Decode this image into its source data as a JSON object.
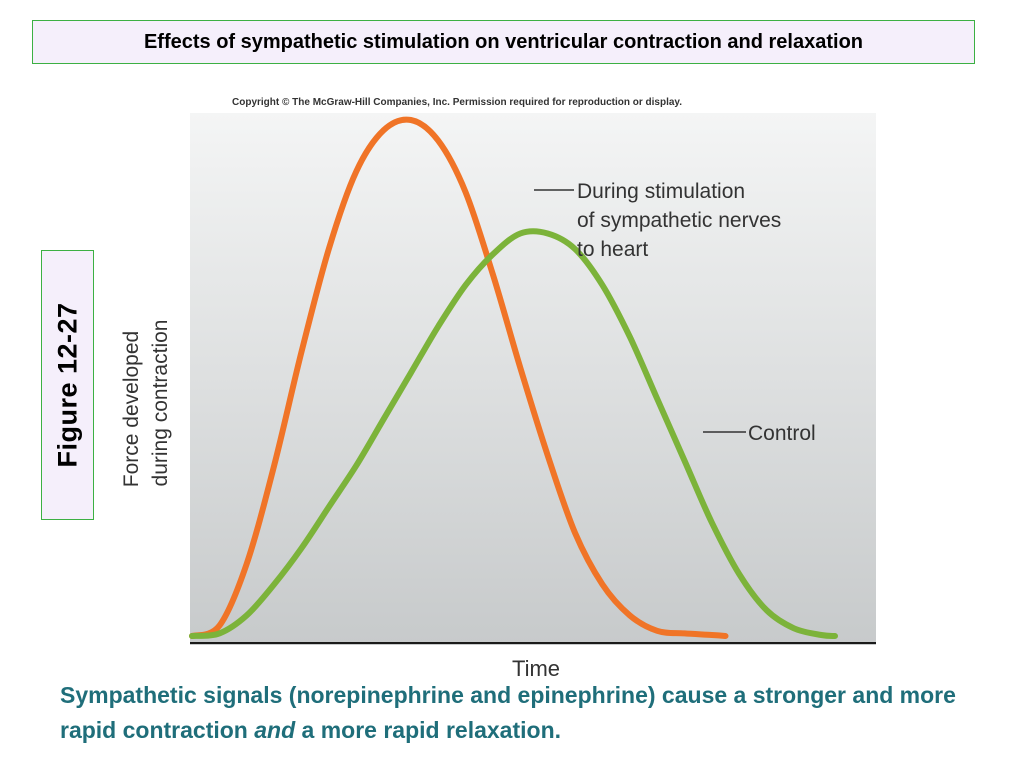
{
  "slide": {
    "title": "Effects of sympathetic stimulation on ventricular contraction and relaxation",
    "figure_label": "Figure  12-27",
    "copyright": "Copyright © The McGraw-Hill Companies, Inc. Permission required for reproduction or display.",
    "caption": {
      "part1": "Sympathetic signals (norepinephrine and epinephrine) cause a stronger and more rapid contraction ",
      "emphasis": "and",
      "part2": " a more rapid relaxation."
    }
  },
  "chart_data": {
    "type": "line",
    "title": "",
    "xlabel": "Time",
    "ylabel_lines": [
      "Force developed",
      "during contraction"
    ],
    "xlim": [
      0,
      100
    ],
    "ylim": [
      0,
      100
    ],
    "grid": false,
    "series": [
      {
        "label_lines": [
          "During stimulation",
          "of sympathetic nerves",
          "to heart"
        ],
        "color": "#f07427",
        "x": [
          0,
          4,
          8,
          12,
          16,
          20,
          24,
          28,
          32,
          36,
          40,
          44,
          48,
          52,
          56,
          60,
          64,
          68,
          72,
          76,
          78
        ],
        "y": [
          0,
          2,
          14,
          33,
          55,
          75,
          90,
          98,
          100,
          96,
          86,
          70,
          52,
          35,
          20,
          10,
          4,
          1,
          0.5,
          0.2,
          0
        ]
      },
      {
        "label_lines": [
          "Control"
        ],
        "color": "#7cb33a",
        "x": [
          0,
          4,
          8,
          12,
          16,
          20,
          24,
          28,
          32,
          36,
          40,
          44,
          48,
          52,
          56,
          60,
          64,
          68,
          72,
          76,
          80,
          84,
          88,
          92,
          94
        ],
        "y": [
          0,
          0.5,
          4,
          10,
          17,
          25,
          33,
          42,
          51,
          60,
          68,
          74,
          78,
          78,
          75,
          68,
          58,
          46,
          34,
          22,
          12,
          5,
          1.5,
          0.2,
          0
        ]
      }
    ]
  },
  "colors": {
    "accent_green": "#3cb043",
    "box_fill": "#f5effb",
    "caption_teal": "#1f6e7a"
  }
}
